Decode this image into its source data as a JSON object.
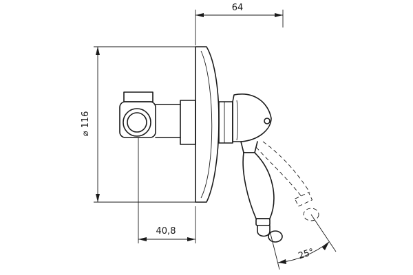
{
  "drawing": {
    "dimensions": {
      "overall_depth": "64",
      "plate_diameter": "⌀ 116",
      "outlet_offset": "40,8",
      "lever_angle": "25°"
    }
  }
}
